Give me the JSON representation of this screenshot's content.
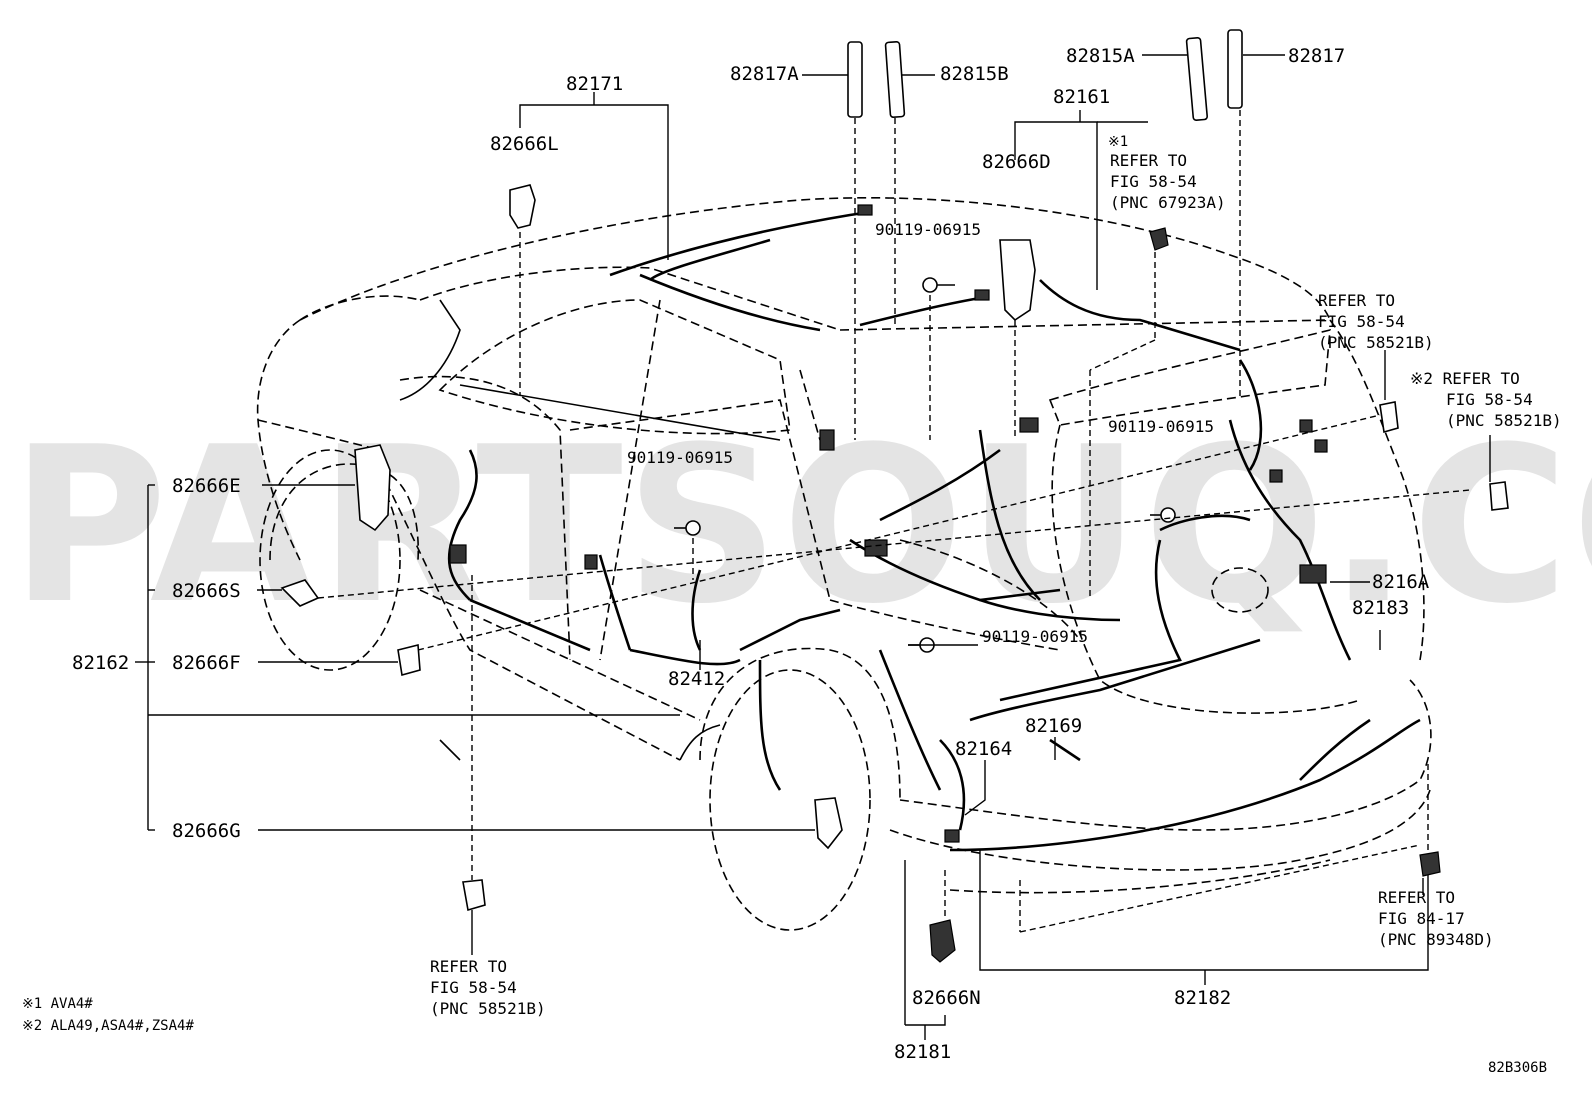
{
  "watermark": "PARTSOUQ.COM",
  "figure_code": "82B306B",
  "footnotes": {
    "note1": "※1 AVA4#",
    "note2": "※2 ALA49,ASA4#,ZSA4#"
  },
  "labels": {
    "p82171": "82171",
    "p82666L": "82666L",
    "p82817A": "82817A",
    "p82815B": "82815B",
    "p82815A": "82815A",
    "p82817": "82817",
    "p82161": "82161",
    "p82666D": "82666D",
    "bolt_top": "90119-06915",
    "bolt_left": "90119-06915",
    "bolt_right": "90119-06915",
    "bolt_center": "90119-06915",
    "p82666E": "82666E",
    "p82666S": "82666S",
    "p82162": "82162",
    "p82666F": "82666F",
    "p82412": "82412",
    "p82666G": "82666G",
    "p8216A": "8216A",
    "p82183": "82183",
    "p82169": "82169",
    "p82164": "82164",
    "p82666N": "82666N",
    "p82181": "82181",
    "p82182": "82182"
  },
  "references": {
    "ref_67923A": {
      "mark": "※1",
      "line1": "REFER TO",
      "line2": "FIG 58-54",
      "line3": "(PNC 67923A)"
    },
    "ref_58521B_upper": {
      "line1": "REFER TO",
      "line2": "FIG 58-54",
      "line3": "(PNC 58521B)"
    },
    "ref_58521B_right": {
      "line1": "※2 REFER TO",
      "line2": "FIG 58-54",
      "line3": "(PNC 58521B)"
    },
    "ref_58521B_lower": {
      "line1": "REFER TO",
      "line2": "FIG 58-54",
      "line3": "(PNC 58521B)"
    },
    "ref_89348D": {
      "line1": "REFER TO",
      "line2": "FIG 84-17",
      "line3": "(PNC 89348D)"
    }
  }
}
